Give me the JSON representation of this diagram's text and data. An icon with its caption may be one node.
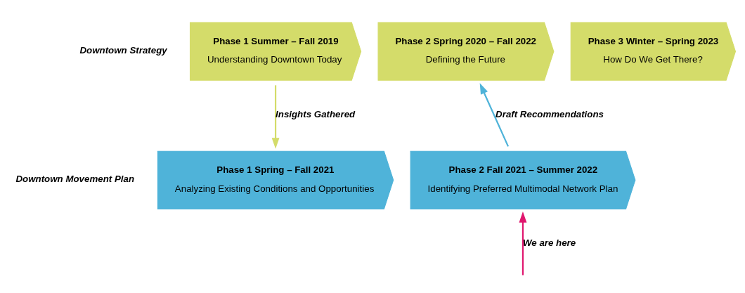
{
  "diagram": {
    "nodes": [
      {
        "text": [
          "Phase 1 Summer – Fall 2019",
          "Understanding Downtown Today"
        ]
      },
      {
        "text": [
          "Phase 2 Spring 2020 – Fall 2022",
          "Defining the Future"
        ]
      },
      {
        "text": [
          "Phase 3 Winter – Spring 2023",
          "How Do We Get There?"
        ]
      },
      {
        "text": [
          "Phase 1 Spring – Fall 2021",
          "Analyzing Existing Conditions and Opportunities"
        ]
      },
      {
        "text": [
          "Phase 2 Fall 2021 – Summer 2022",
          "Identifying Preferred Multimodal Network Plan"
        ]
      }
    ],
    "edges": [
      {
        "from": 0,
        "to": 3,
        "arrow": "to",
        "label": "Insights Gathered",
        "color": "#d4dc6a"
      },
      {
        "from": 4,
        "to": 1,
        "arrow": "to",
        "label": "Draft Recommendations",
        "color": "#4fb3d9"
      },
      {
        "from": null,
        "to": 4,
        "arrow": "to",
        "label": "We are here",
        "color": "#e0176e"
      }
    ],
    "labels": [
      "Downtown Strategy",
      "Downtown Movement Plan"
    ]
  }
}
